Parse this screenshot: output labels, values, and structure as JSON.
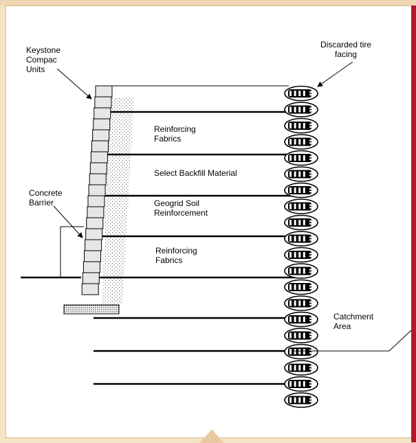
{
  "labels": {
    "keystone": "Keystone\nCompac\nUnits",
    "discarded_tire": "Discarded tire\nfacing",
    "reinforcing_fabrics_1": "Reinforcing\nFabrics",
    "select_backfill": "Select Backfill Material",
    "geogrid": "Geogrid Soil\nReinforcement",
    "concrete_barrier": "Concrete\nBarrier",
    "reinforcing_fabrics_2": "Reinforcing\nFabrics",
    "catchment_area": "Catchment\nArea"
  },
  "colors": {
    "background": "#f4e4c6",
    "panel": "#ffffff",
    "accent": "#b0182a",
    "block_fill": "#e6e6e6"
  }
}
